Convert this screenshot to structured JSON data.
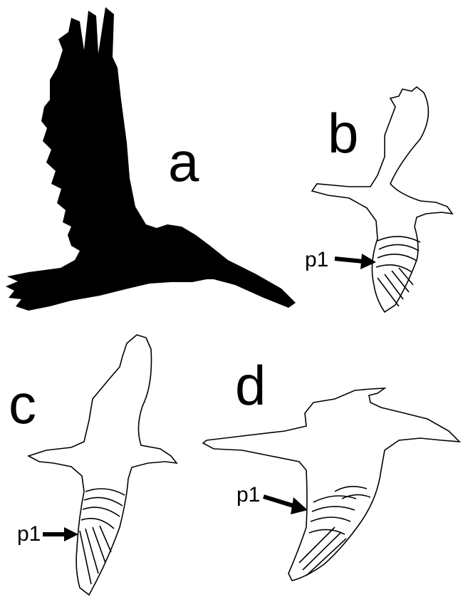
{
  "panels": [
    {
      "label": "a"
    },
    {
      "label": "b"
    },
    {
      "label": "c"
    },
    {
      "label": "d"
    }
  ],
  "arrow_label": "p1",
  "colors": {
    "ink": "#000000",
    "background": "#ffffff"
  }
}
